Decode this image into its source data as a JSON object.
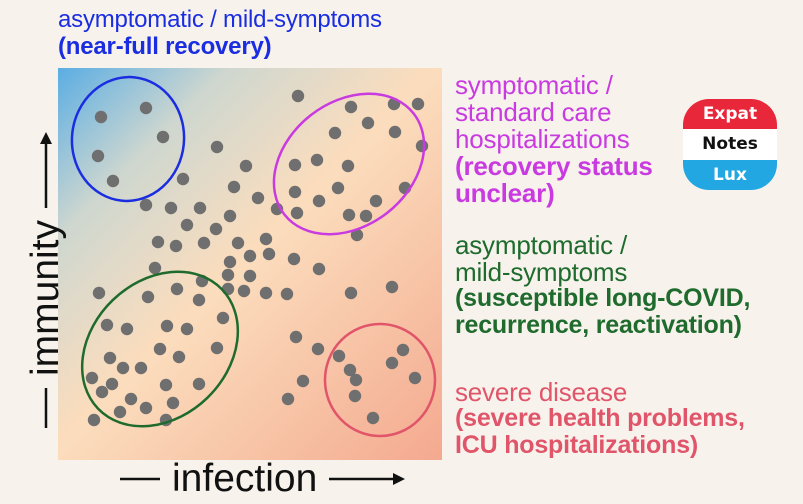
{
  "colors": {
    "blue": "#1a2de0",
    "magenta": "#c93be0",
    "green": "#1f6b2e",
    "red": "#e0556a",
    "dot": "#6f6f6f"
  },
  "groups": {
    "top_left": {
      "line1": "asymptomatic / mild-symptoms",
      "line2": "(near-full recovery)"
    },
    "upper_right": {
      "line1": "symptomatic /",
      "line2": "standard care",
      "line3": "hospitalizations",
      "line4": "(recovery status",
      "line5": "unclear)"
    },
    "lower_left": {
      "line1": "asymptomatic /",
      "line2": "mild-symptoms",
      "line3": "(susceptible long-COVID,",
      "line4": "recurrence, reactivation)"
    },
    "lower_right": {
      "line1": "severe disease",
      "line2": "(severe health problems,",
      "line3": "ICU hospitalizations)"
    }
  },
  "axes": {
    "x": "infection",
    "y": "immunity"
  },
  "badge": {
    "line1": "Expat",
    "line2": "Notes",
    "line3": "Lux"
  }
}
